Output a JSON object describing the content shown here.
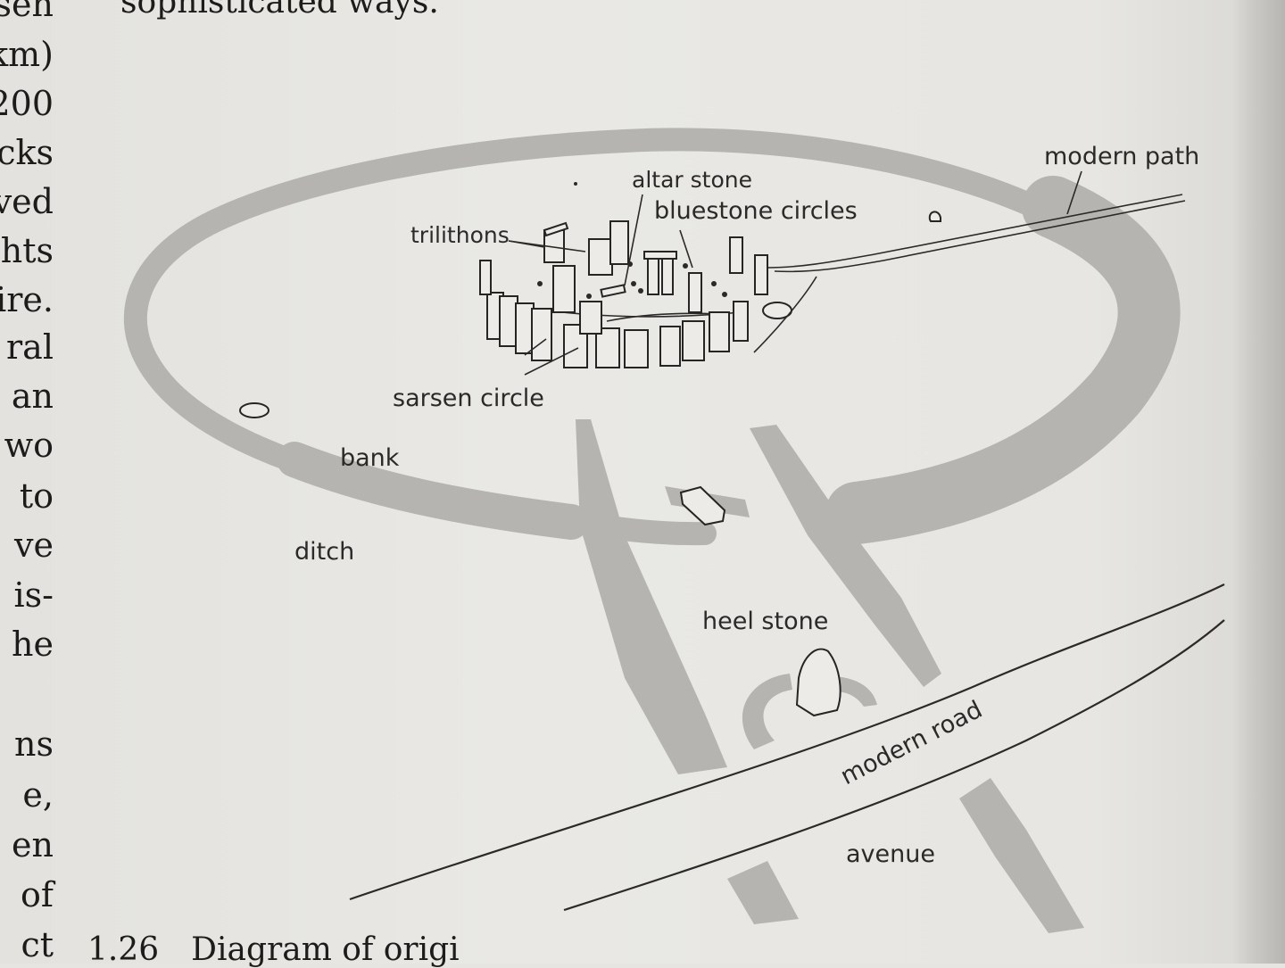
{
  "page": {
    "top_line": "sophisticated ways.",
    "margin_words": [
      "rsen",
      "km)",
      "200",
      "cks",
      "ved",
      "hts",
      "ire.",
      "ral",
      "an",
      "wo",
      "to",
      "ve",
      "is-",
      "he",
      "ns",
      "e,",
      "en",
      "of",
      "ct"
    ],
    "caption_number": "1.26",
    "caption_text": "Diagram of origi"
  },
  "diagram": {
    "labels": {
      "modern_path": "modern path",
      "altar_stone": "altar stone",
      "bluestone_circles": "bluestone circles",
      "trilithons": "trilithons",
      "sarsen_circle": "sarsen circle",
      "bank": "bank",
      "ditch": "ditch",
      "heel_stone": "heel stone",
      "modern_road": "modern road",
      "avenue": "avenue"
    },
    "colors": {
      "ditch_gray": "#b5b4b0",
      "ink": "#2b2a29",
      "paper": "#e6e5e1"
    }
  }
}
